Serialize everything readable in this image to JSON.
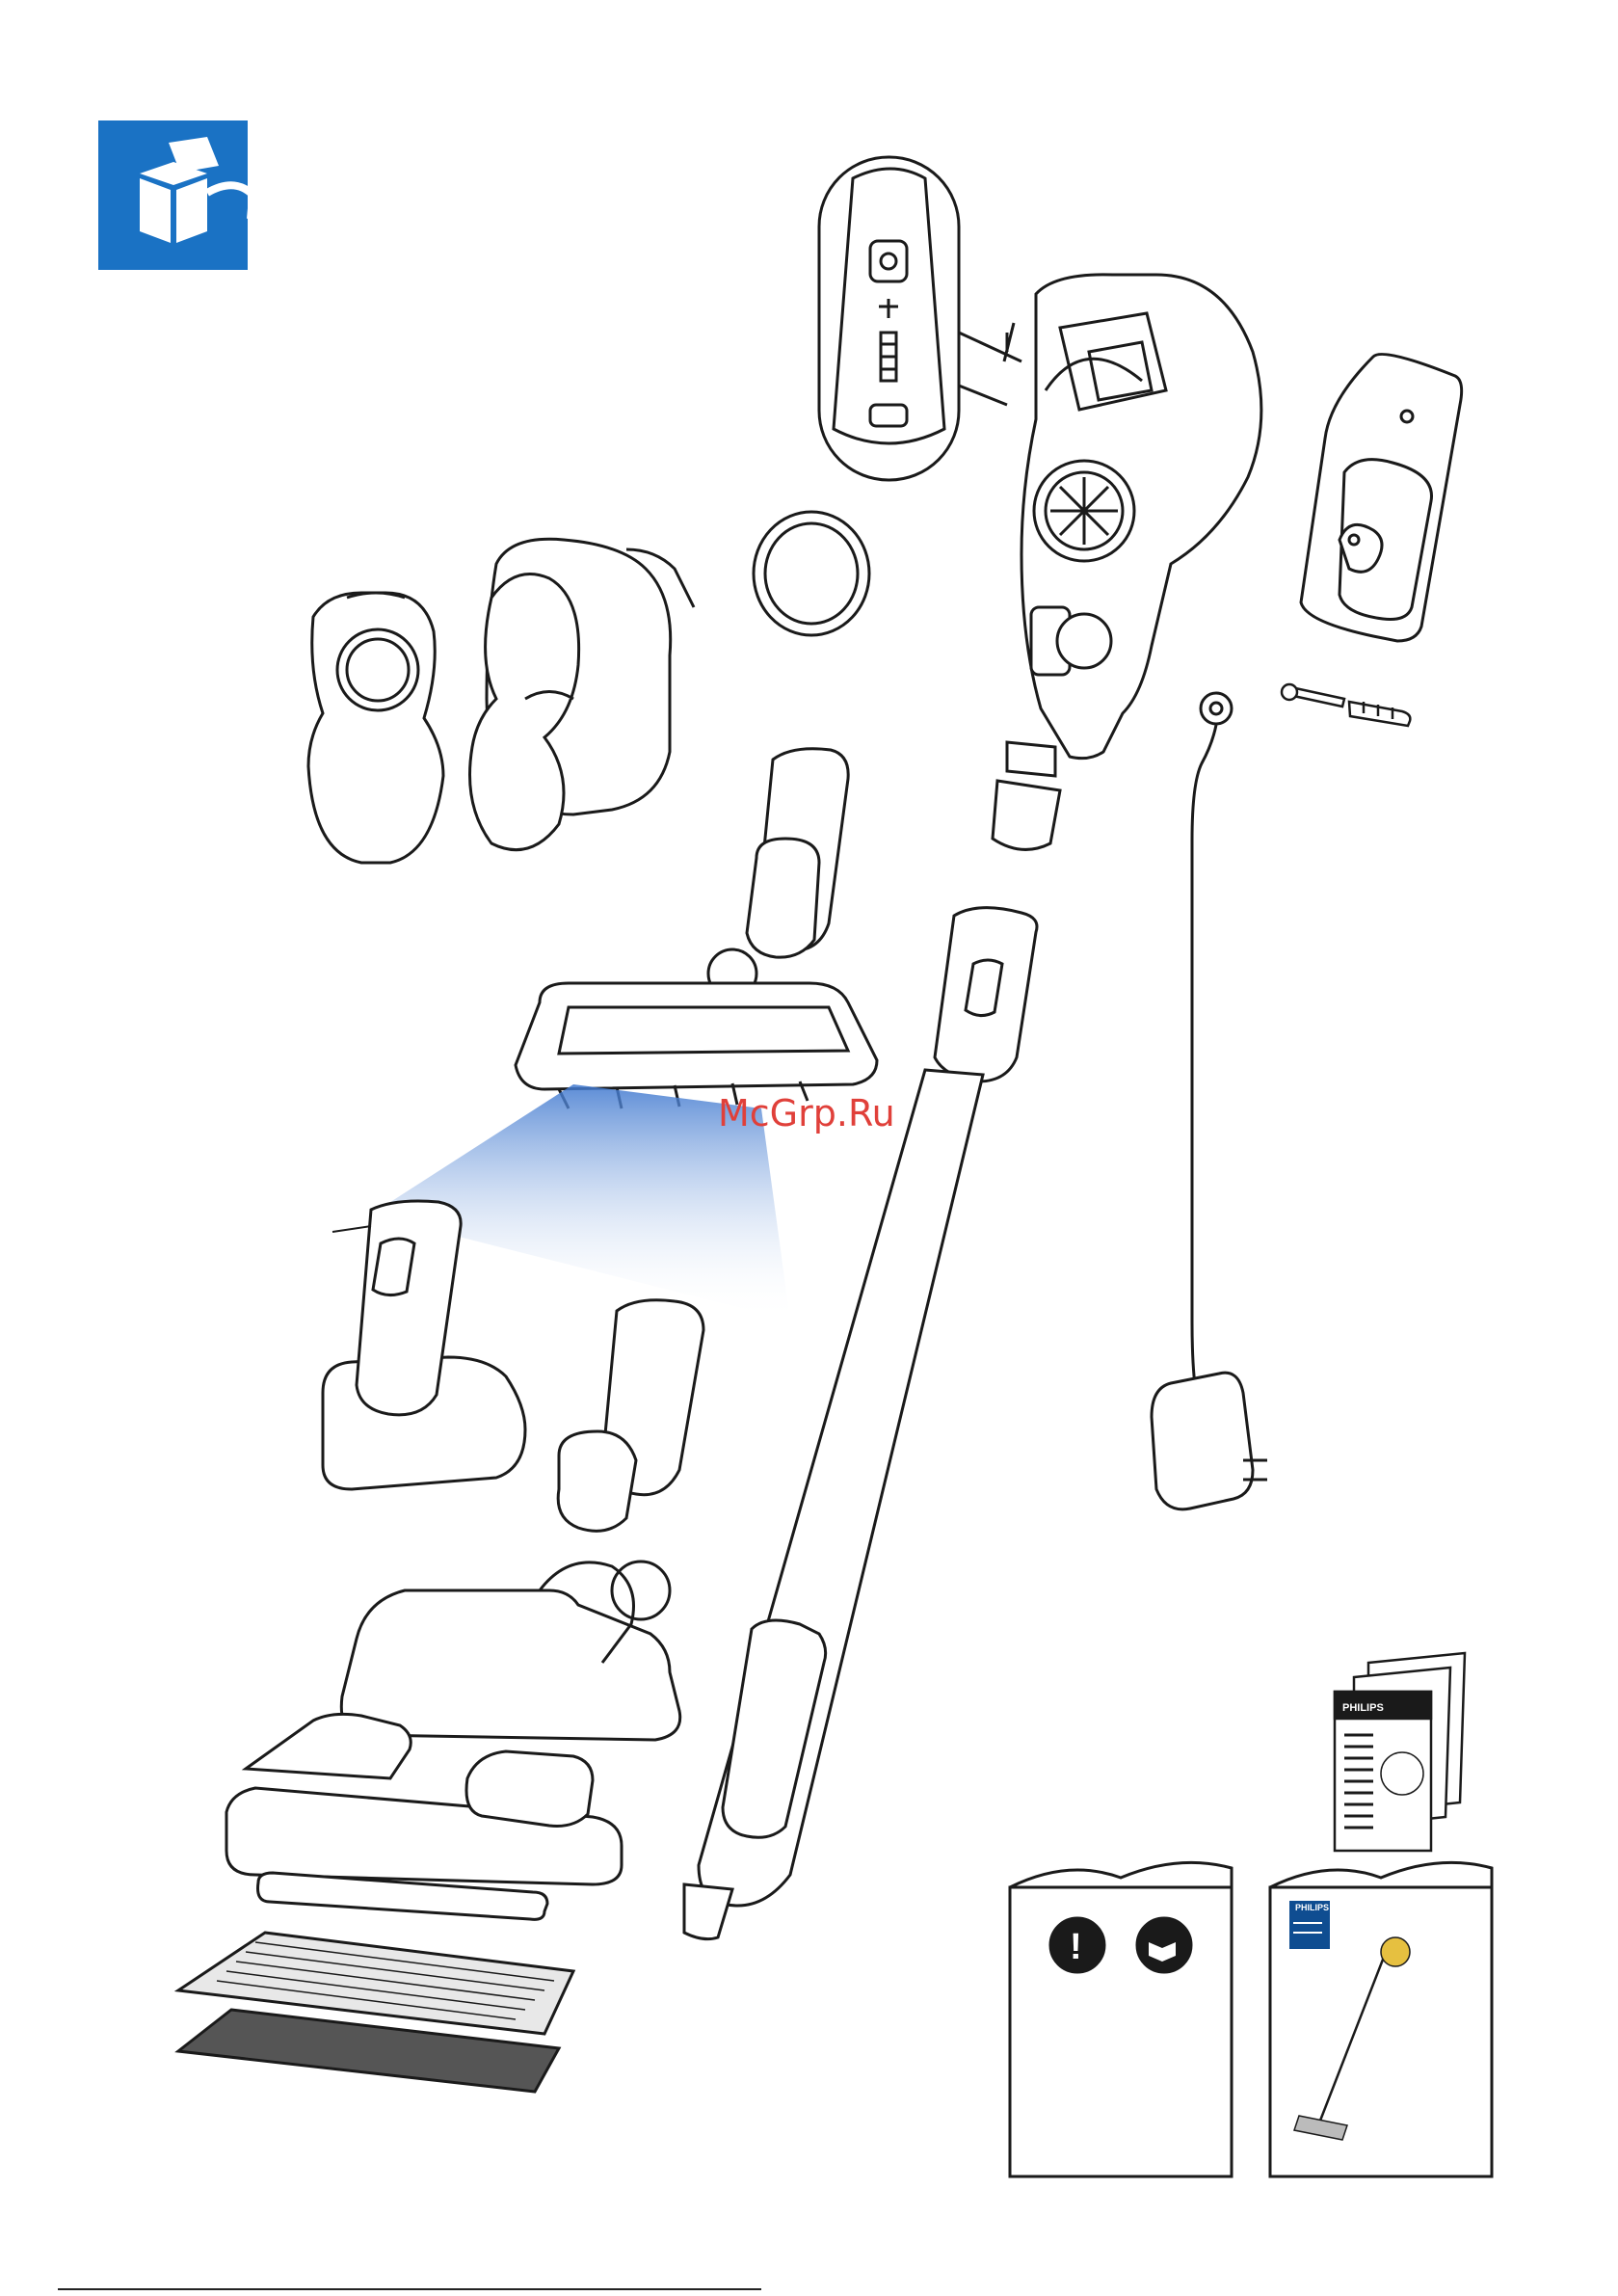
{
  "page": {
    "watermark": "McGrp.Ru",
    "manual_cover": {
      "brand": "PHILIPS"
    },
    "leaflet": {
      "brand": "PHILIPS"
    }
  },
  "icons": {
    "section_icon": "unbox-icon",
    "warning": "exclamation-icon",
    "read_manual": "read-manual-icon"
  },
  "colors": {
    "section_blue": "#1a72c4",
    "highlight_blue": "#5b8fd6",
    "line": "#1a1a1a",
    "fill": "#ffffff"
  }
}
